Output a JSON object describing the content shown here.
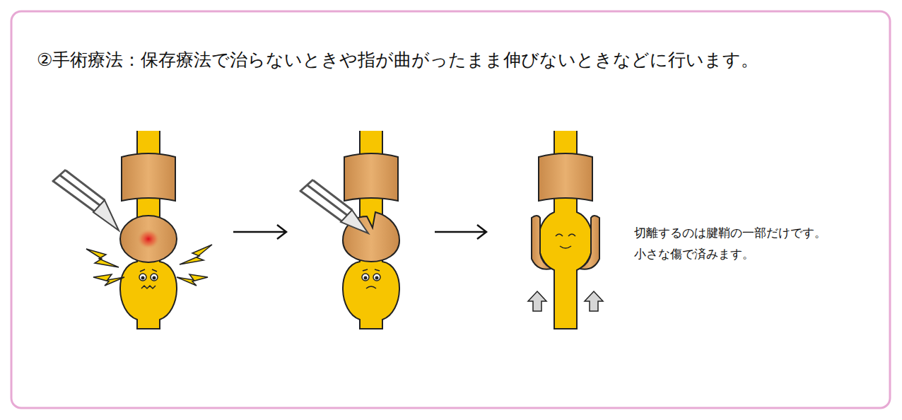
{
  "diagram": {
    "title": "②手術療法：保存療法で治らないときや指が曲がったまま伸びないときなどに行います。",
    "labels": [
      "切離するのは腱鞘の一部だけです。",
      "小さな傷で済みます。"
    ]
  }
}
